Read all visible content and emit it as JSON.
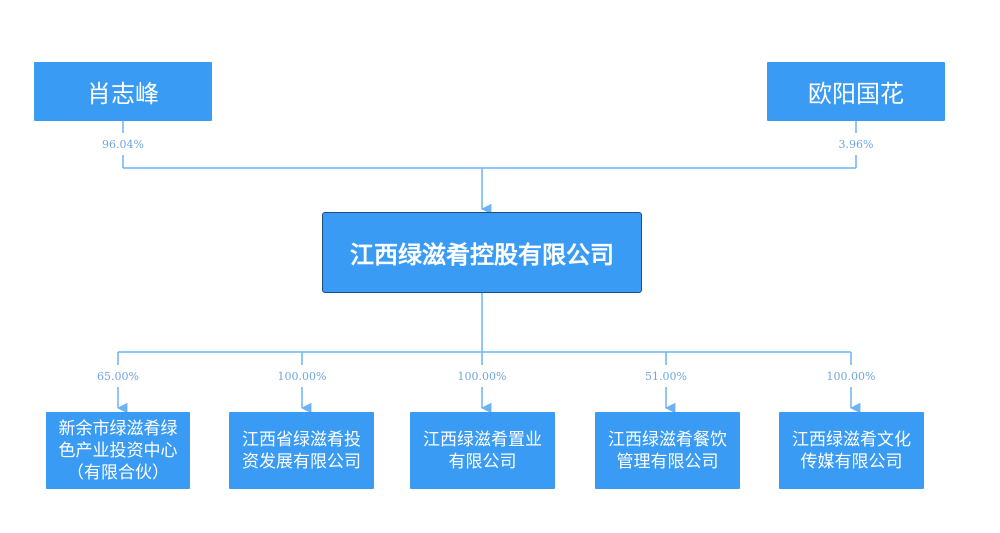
{
  "colors": {
    "box_fill": "#3a9bf4",
    "box_text": "#ffffff",
    "holding_border": "#1b4f82",
    "connector": "#6cb3f5",
    "percent_text": "#6fa6e0"
  },
  "shareholders": [
    {
      "name": "肖志峰",
      "percent": "96.04%"
    },
    {
      "name": "欧阳国花",
      "percent": "3.96%"
    }
  ],
  "holding_company": {
    "name": "江西绿滋肴控股有限公司"
  },
  "subsidiaries": [
    {
      "name": "新余市绿滋肴绿\n色产业投资中心\n（有限合伙）",
      "percent": "65.00%"
    },
    {
      "name": "江西省绿滋肴投\n资发展有限公司",
      "percent": "100.00%"
    },
    {
      "name": "江西绿滋肴置业\n有限公司",
      "percent": "100.00%"
    },
    {
      "name": "江西绿滋肴餐饮\n管理有限公司",
      "percent": "51.00%"
    },
    {
      "name": "江西绿滋肴文化\n传媒有限公司",
      "percent": "100.00%"
    }
  ]
}
